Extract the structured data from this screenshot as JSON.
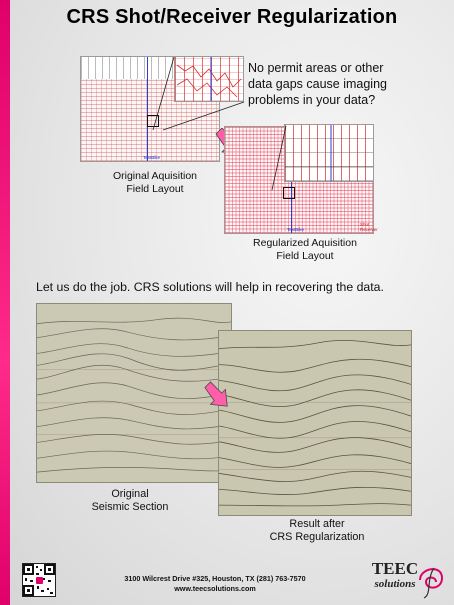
{
  "page": {
    "title": "CRS Shot/Receiver Regularization",
    "accent_color": "#e0006a"
  },
  "acquisition": {
    "callout": "No permit areas or other data gaps cause imaging problems in your data?",
    "original_caption_line1": "Original Aquisition",
    "original_caption_line2": "Field Layout",
    "regularized_caption_line1": "Regularized Aquisition",
    "regularized_caption_line2": "Field Layout",
    "map_label_original": "TestBike",
    "map_label_regularized": "TestBike",
    "legend_line1": "Shot",
    "legend_line2": "Receiver"
  },
  "tagline": "Let us do the job. CRS solutions will help in recovering the data.",
  "seismic": {
    "original_caption_line1": "Original",
    "original_caption_line2": "Seismic Section",
    "result_caption_line1": "Result after",
    "result_caption_line2": "CRS Regularization"
  },
  "footer": {
    "address": "3100 Wilcrest Drive #325, Houston, TX   (281) 763-7570",
    "website": "www.teecsolutions.com"
  },
  "logo": {
    "name": "TEEC",
    "sub": "solutions"
  },
  "icons": {
    "arrows": "pink-arrow-icon",
    "qr": "qr-code-icon"
  }
}
